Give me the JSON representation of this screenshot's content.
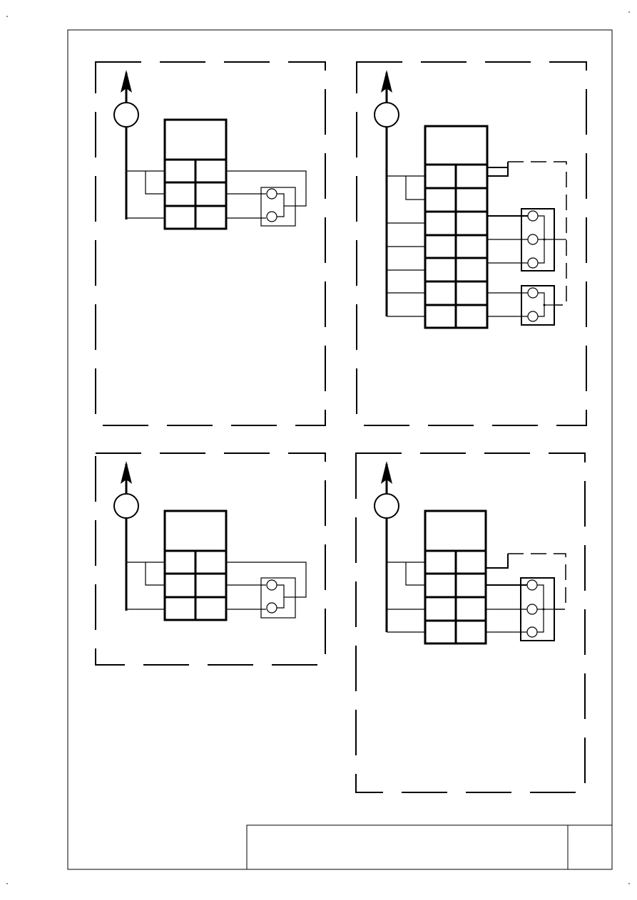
{
  "drawing": {
    "title_block": {
      "title": "",
      "sheet_number": ""
    },
    "panels": [
      {
        "id": "top-left",
        "connector_cells": 3,
        "contacts": 2
      },
      {
        "id": "top-right",
        "connector_cells": 7,
        "contacts_group_a": 3,
        "contacts_group_b": 2
      },
      {
        "id": "bottom-left",
        "connector_cells": 3,
        "contacts": 2
      },
      {
        "id": "bottom-right",
        "connector_cells": 4,
        "contacts": 3
      }
    ]
  }
}
